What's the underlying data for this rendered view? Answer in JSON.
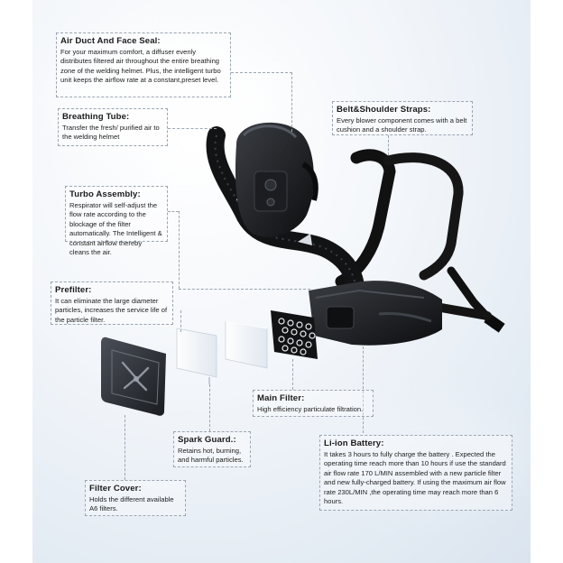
{
  "callouts": {
    "air_duct": {
      "title": "Air Duct And Face Seal:",
      "body": "For your maximum comfort, a diffuser evenly distributes filtered air throughout the entire breathing zone of the welding helmet. Plus, the intelligent turbo unit keeps the airflow rate at a constant,preset level."
    },
    "breathing_tube": {
      "title": "Breathing Tube:",
      "body": "Transfer the fresh/ purified air to the welding helmet"
    },
    "turbo": {
      "title": "Turbo Assembly:",
      "body": "Respirator will self-adjust the flow rate according to the blockage of the filter automatically. The Intelligent & constant airflow thereby cleans the air."
    },
    "prefilter": {
      "title": "Prefilter:",
      "body": "It can eliminate the large diameter particles, increases the service life of the particle filter."
    },
    "straps": {
      "title": "Belt&Shoulder Straps:",
      "body": "Every blower component comes with a belt cushion and a shoulder strap."
    },
    "main_filter": {
      "title": "Main Filter:",
      "body": "High efficiency particulate filtration."
    },
    "spark_guard": {
      "title": "Spark Guard.:",
      "body": "Retains hot, burning, and harmful particles."
    },
    "battery": {
      "title": "Li-ion Battery:",
      "body": "It takes 3 hours to fully charge the battery . Expected the operating time reach more than 10 hours if use the standard  air flow rate 170 L/MIN assembled with a new particle filter and new  fully-charged battery. If using the maximum air flow rate 230L/MIN ,the operating time may reach  more than 6 hours."
    },
    "filter_cover": {
      "title": "Filter Cover:",
      "body": "Holds the different available A6 filters."
    }
  },
  "icons": {
    "helmet": "welding-helmet-icon",
    "hose": "breathing-hose-icon",
    "straps": "harness-straps-icon",
    "blower": "blower-unit-icon",
    "filter": "main-filter-icon",
    "prefilter": "prefilter-sheet-icon",
    "spark": "spark-guard-icon",
    "cover": "filter-cover-icon"
  }
}
